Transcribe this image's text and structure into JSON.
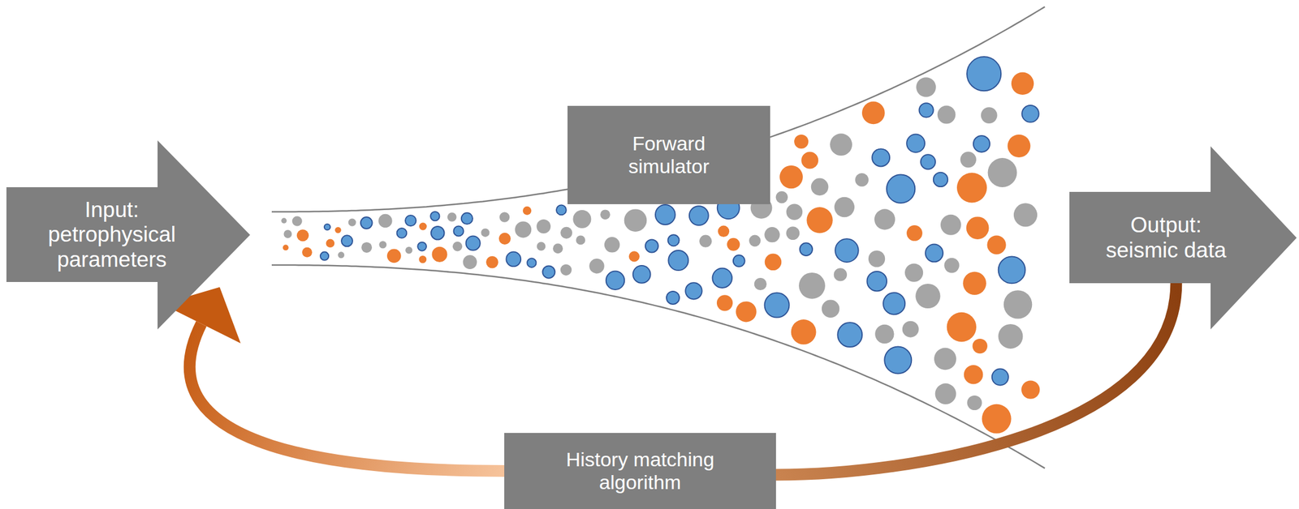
{
  "diagram": {
    "nodes": [
      {
        "text": [
          "Input: petrophysical parameters"
        ]
      },
      {
        "text": [
          "Forward simulator"
        ]
      },
      {
        "text": [
          "Output: seismic data"
        ]
      },
      {
        "text": [
          "History matching algorithm"
        ]
      }
    ],
    "edges": [
      {
        "from": 2,
        "to": 3,
        "arrow": "none"
      },
      {
        "from": 3,
        "to": 0,
        "arrow": "to"
      }
    ]
  }
}
